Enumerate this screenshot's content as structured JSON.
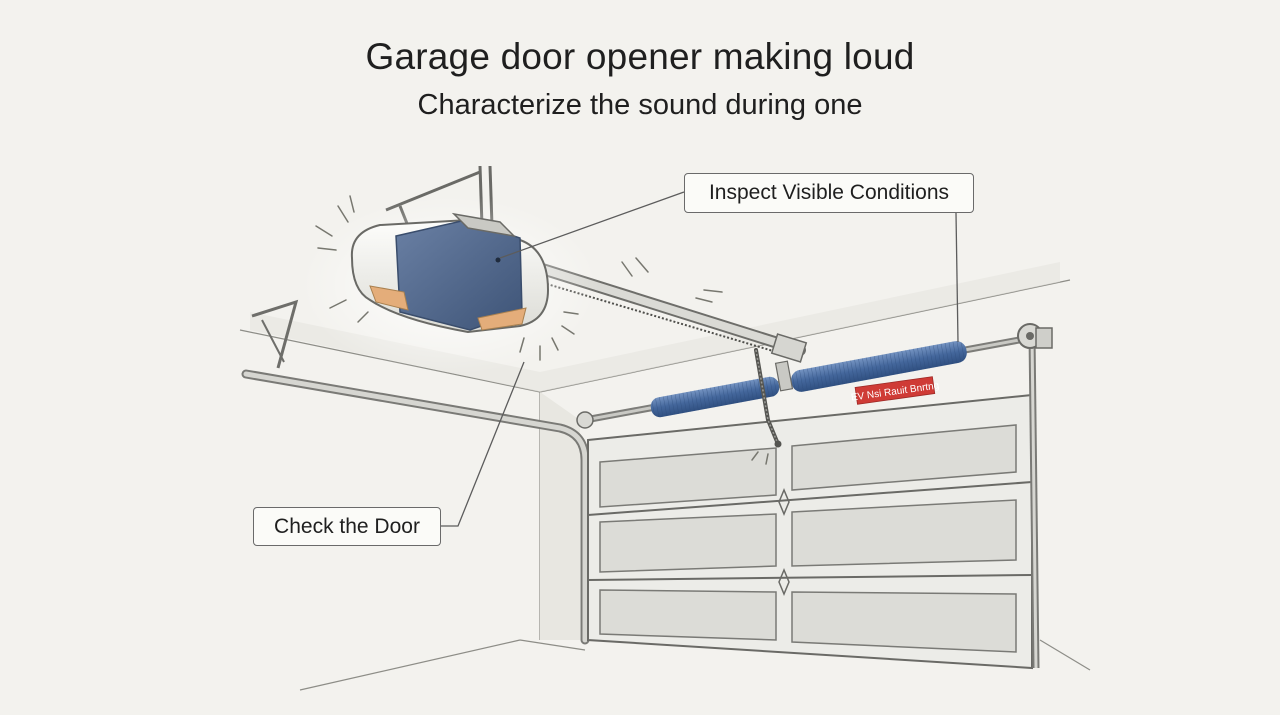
{
  "header": {
    "title": "Garage door opener making loud",
    "subtitle": "Characterize the sound during one"
  },
  "callouts": {
    "inspect": "Inspect Visible Conditions",
    "door": "Check the Door"
  },
  "spring_sticker": {
    "text": "EV Nsi Rauit Bnrtng"
  },
  "colors": {
    "background": "#f3f2ee",
    "opener_body": "#52698e",
    "spring": "#4a6da3",
    "warning_label": "#cf3b36",
    "line": "#5c5c5c"
  }
}
